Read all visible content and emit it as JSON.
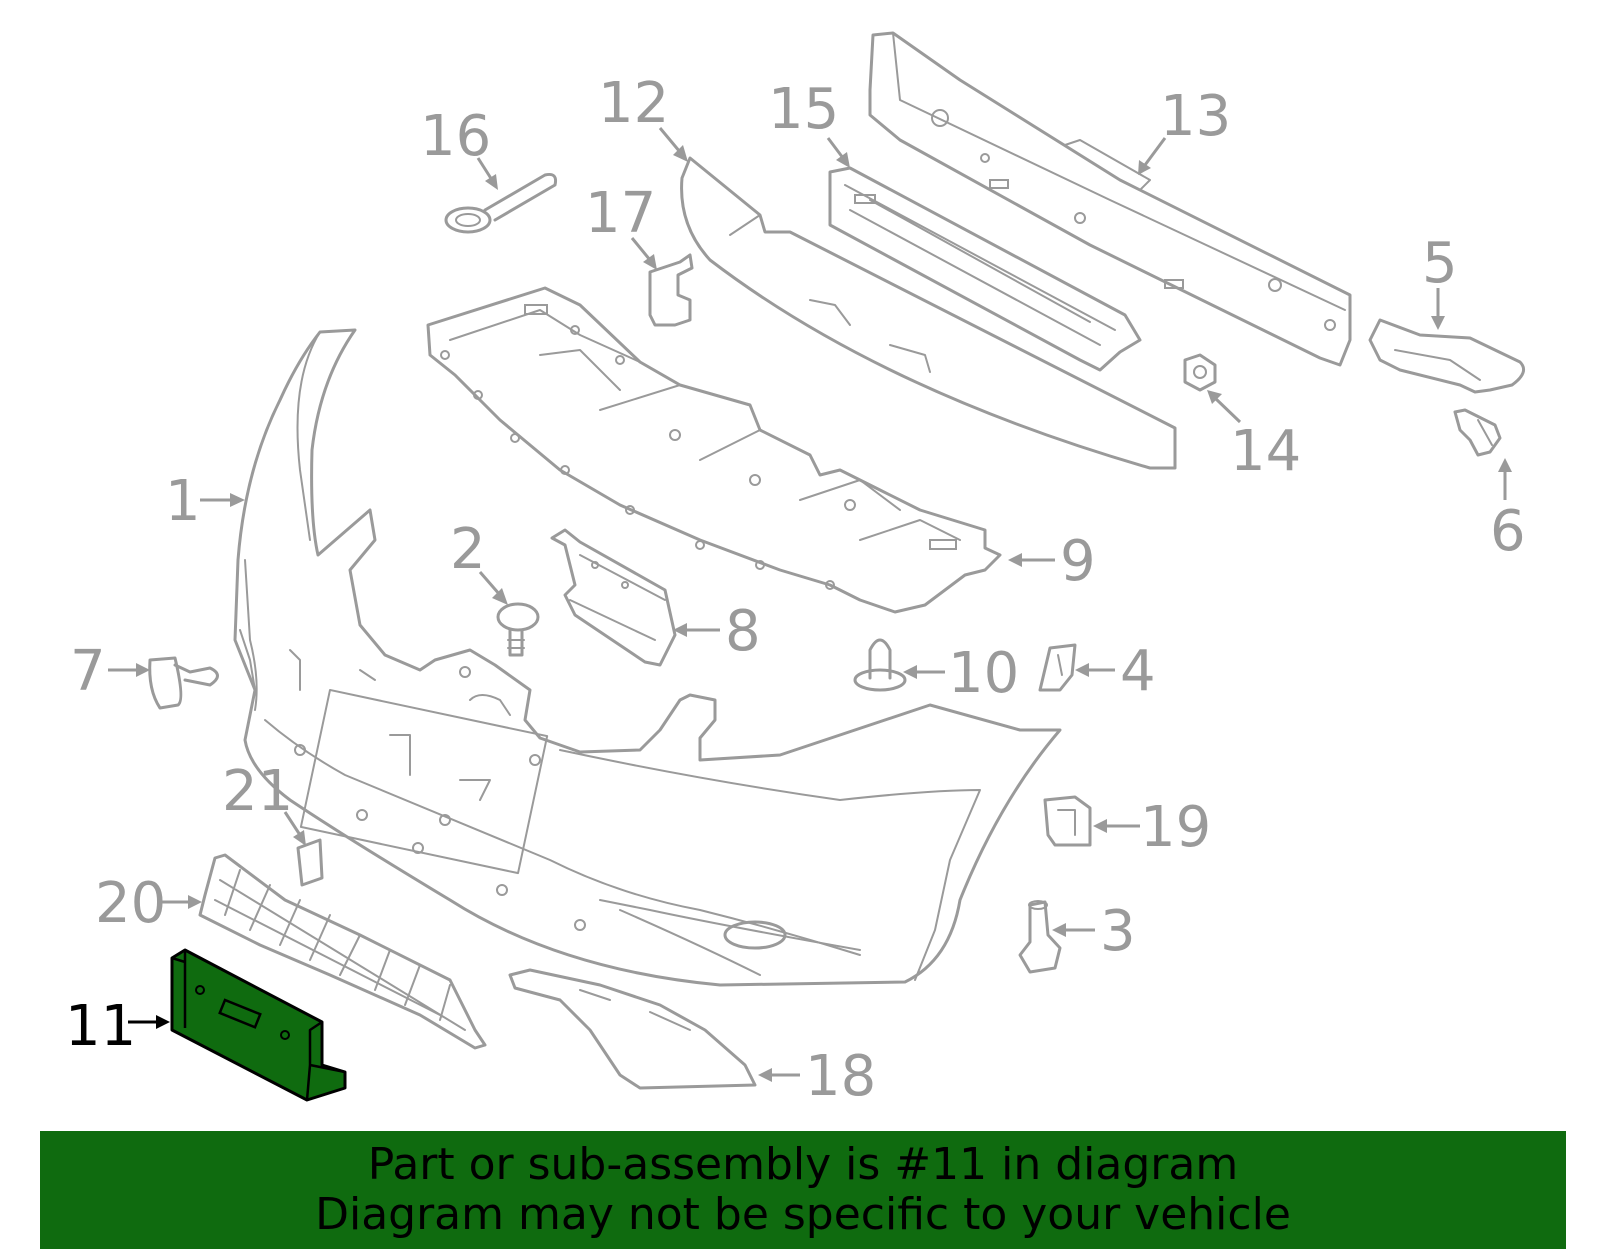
{
  "colors": {
    "part_outline": "#9a9a9a",
    "highlight_fill": "#0f6b0f",
    "highlight_stroke": "#000000",
    "banner_bg": "#0f6b0f",
    "banner_text": "#000000"
  },
  "callouts": [
    {
      "id": "1",
      "label": "1"
    },
    {
      "id": "2",
      "label": "2"
    },
    {
      "id": "3",
      "label": "3"
    },
    {
      "id": "4",
      "label": "4"
    },
    {
      "id": "5",
      "label": "5"
    },
    {
      "id": "6",
      "label": "6"
    },
    {
      "id": "7",
      "label": "7"
    },
    {
      "id": "8",
      "label": "8"
    },
    {
      "id": "9",
      "label": "9"
    },
    {
      "id": "10",
      "label": "10"
    },
    {
      "id": "11",
      "label": "11",
      "highlighted": true
    },
    {
      "id": "12",
      "label": "12"
    },
    {
      "id": "13",
      "label": "13"
    },
    {
      "id": "14",
      "label": "14"
    },
    {
      "id": "15",
      "label": "15"
    },
    {
      "id": "16",
      "label": "16"
    },
    {
      "id": "17",
      "label": "17"
    },
    {
      "id": "18",
      "label": "18"
    },
    {
      "id": "19",
      "label": "19"
    },
    {
      "id": "20",
      "label": "20"
    },
    {
      "id": "21",
      "label": "21"
    }
  ],
  "banner": {
    "line1": "Part or sub-assembly is #11 in diagram",
    "line2": "Diagram may not be specific to your vehicle"
  }
}
